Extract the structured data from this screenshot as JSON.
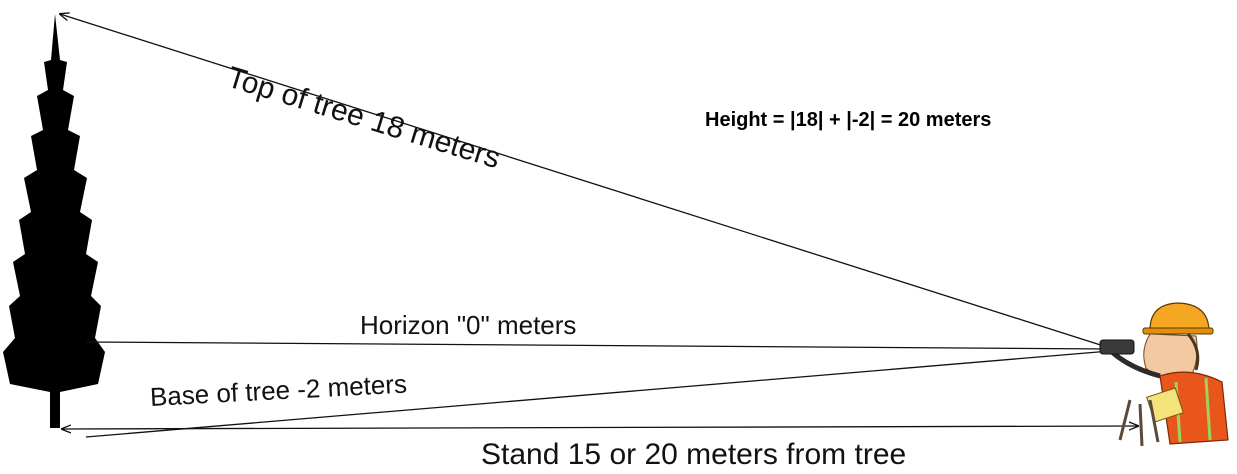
{
  "labels": {
    "top": "Top of tree 18 meters",
    "horizon": "Horizon \"0\" meters",
    "base": "Base of tree -2 meters",
    "stand": "Stand 15 or 20 meters from tree"
  },
  "formula": "Height = |18| + |-2| = 20 meters",
  "icons": {
    "tree": "conifer-tree-icon",
    "surveyor": "surveyor-with-hardhat-icon"
  },
  "colors": {
    "line": "#111111",
    "tree": "#000000",
    "hardhat": "#f5a623",
    "vest": "#e8561c",
    "text": "#111111"
  }
}
